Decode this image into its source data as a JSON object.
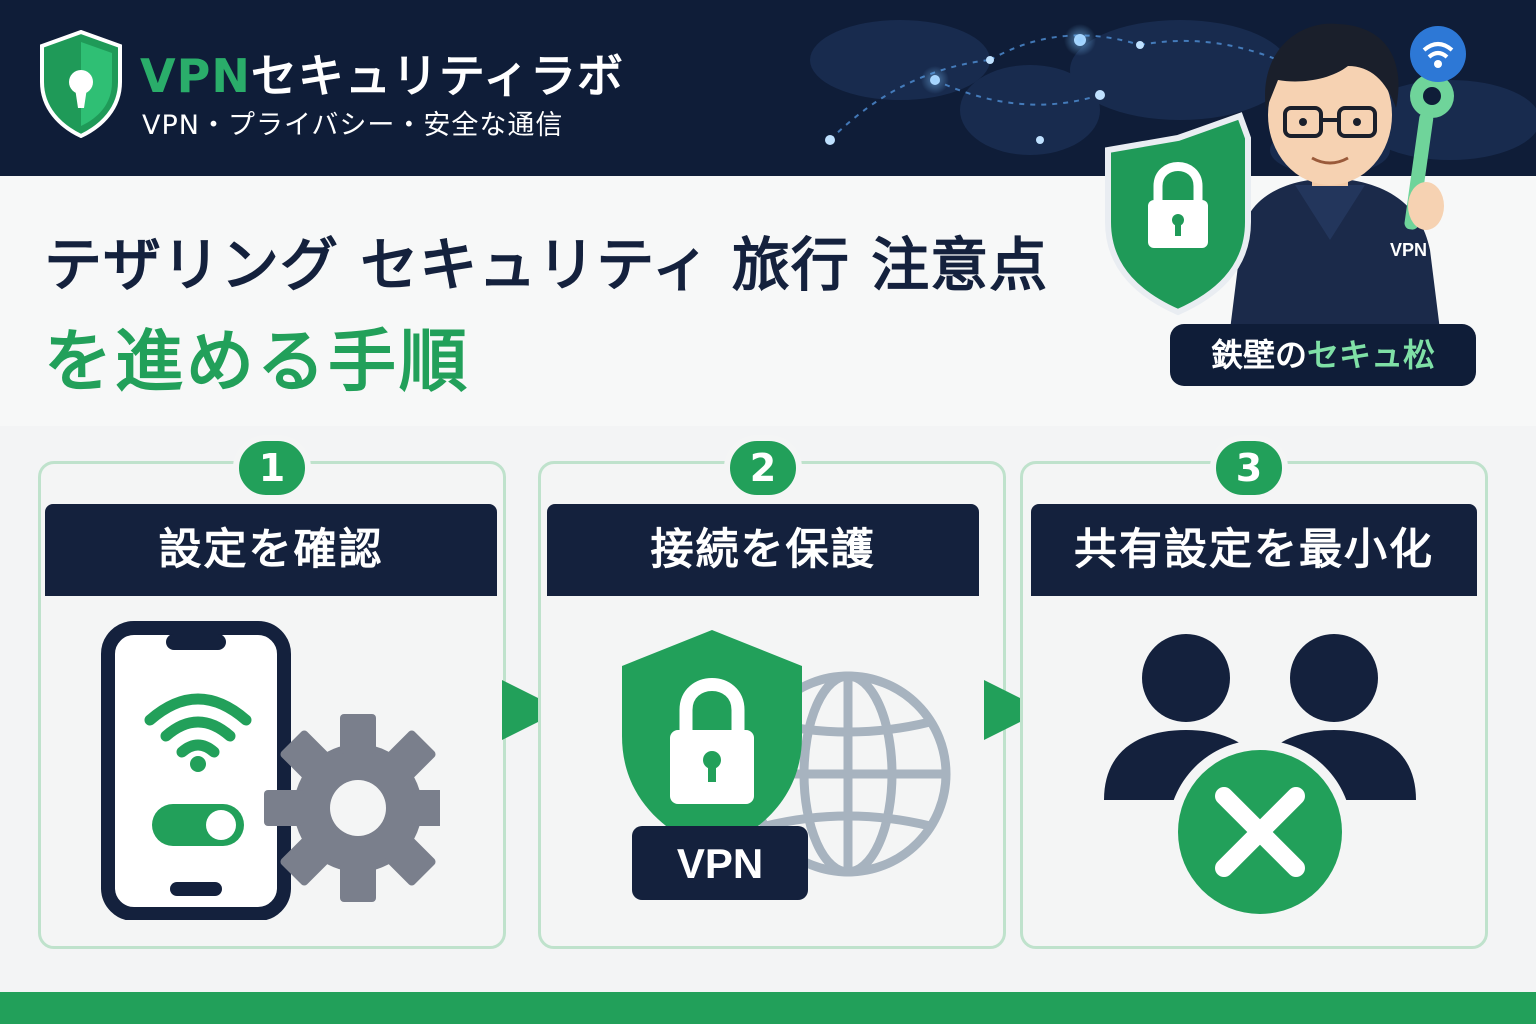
{
  "header": {
    "brand_vpn": "VPN",
    "brand_rest": "セキュリティラボ",
    "subtitle": "VPN・プライバシー・安全な通信"
  },
  "title": {
    "line1": "テザリング セキュリティ 旅行 注意点",
    "line2": "を進める手順"
  },
  "mascot": {
    "name_plain": "鉄壁の",
    "name_highlight": "セキュ松",
    "jacket_text": "VPN"
  },
  "steps": [
    {
      "number": "1",
      "label": "設定を確認",
      "icon": "smartphone-wifi-settings-icon"
    },
    {
      "number": "2",
      "label": "接続を保護",
      "icon": "vpn-shield-globe-icon",
      "badge": "VPN"
    },
    {
      "number": "3",
      "label": "共有設定を最小化",
      "icon": "users-blocked-icon"
    }
  ],
  "colors": {
    "navy": "#14213d",
    "green": "#22a05a",
    "header_bg": "#0f1d38",
    "gray_icon": "#7a7f8c"
  }
}
